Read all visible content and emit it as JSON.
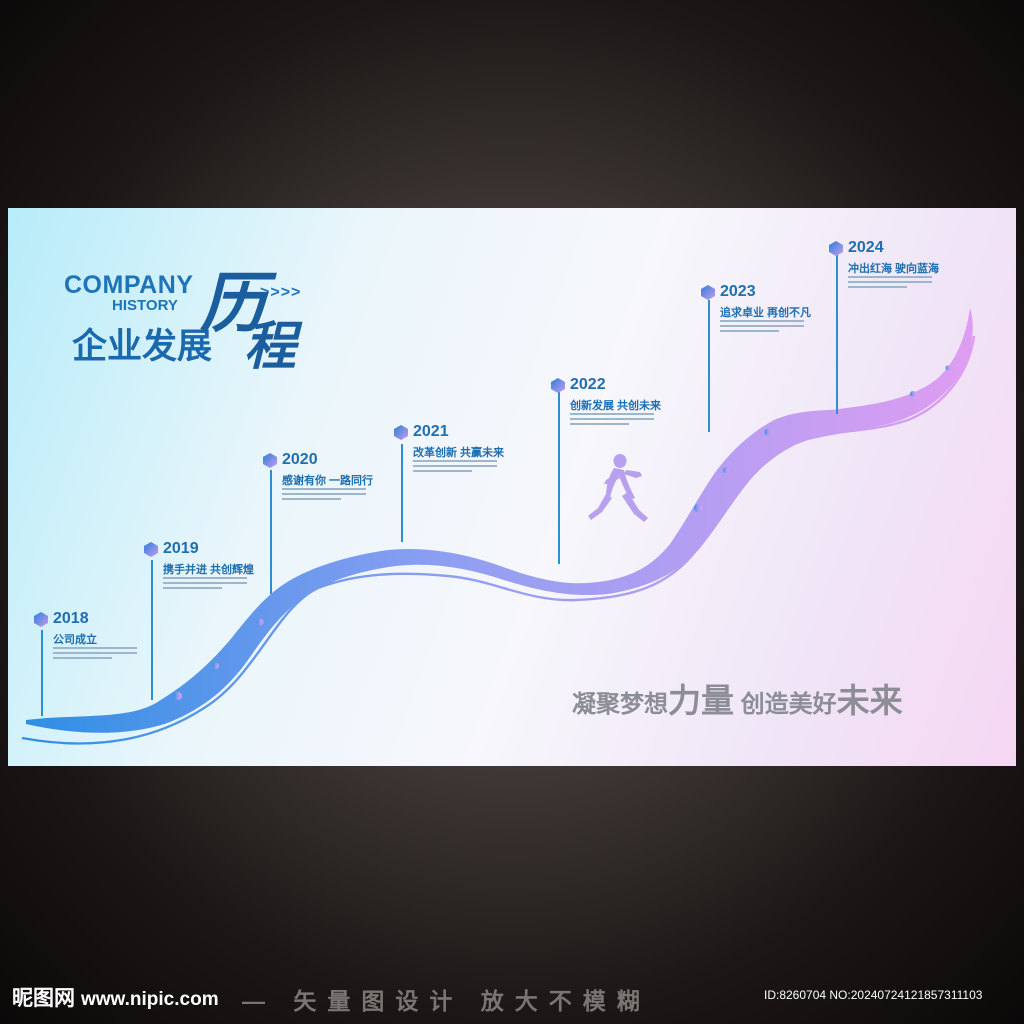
{
  "header": {
    "company_en": "COMPANY",
    "history_en": "HISTORY",
    "arrows": ">>>>",
    "title_cn": "企业发展",
    "title_big_1": "历",
    "title_big_2": "程"
  },
  "milestones": [
    {
      "year": "2018",
      "slogan": "公司成立"
    },
    {
      "year": "2019",
      "slogan": "携手并进 共创辉煌"
    },
    {
      "year": "2020",
      "slogan": "感谢有你 一路同行"
    },
    {
      "year": "2021",
      "slogan": "改革创新 共赢未来"
    },
    {
      "year": "2022",
      "slogan": "创新发展 共创未来"
    },
    {
      "year": "2023",
      "slogan": "追求卓业 再创不凡"
    },
    {
      "year": "2024",
      "slogan": "冲出红海 驶向蓝海"
    }
  ],
  "motto": {
    "part1": "凝聚梦想",
    "part2": "力量",
    "part3": " 创造美好",
    "part4": "未来"
  },
  "footer": {
    "logo": "昵图网",
    "url": "www.nipic.com",
    "watermark": "— 矢量图设计 放大不模糊",
    "id_text": "ID:8260704 NO:20240724121857311103"
  },
  "colors": {
    "accent_blue": "#1f6eb0",
    "path_start": "#3d95e6",
    "path_end": "#d79af0",
    "motto_gray": "#8d8d97"
  }
}
